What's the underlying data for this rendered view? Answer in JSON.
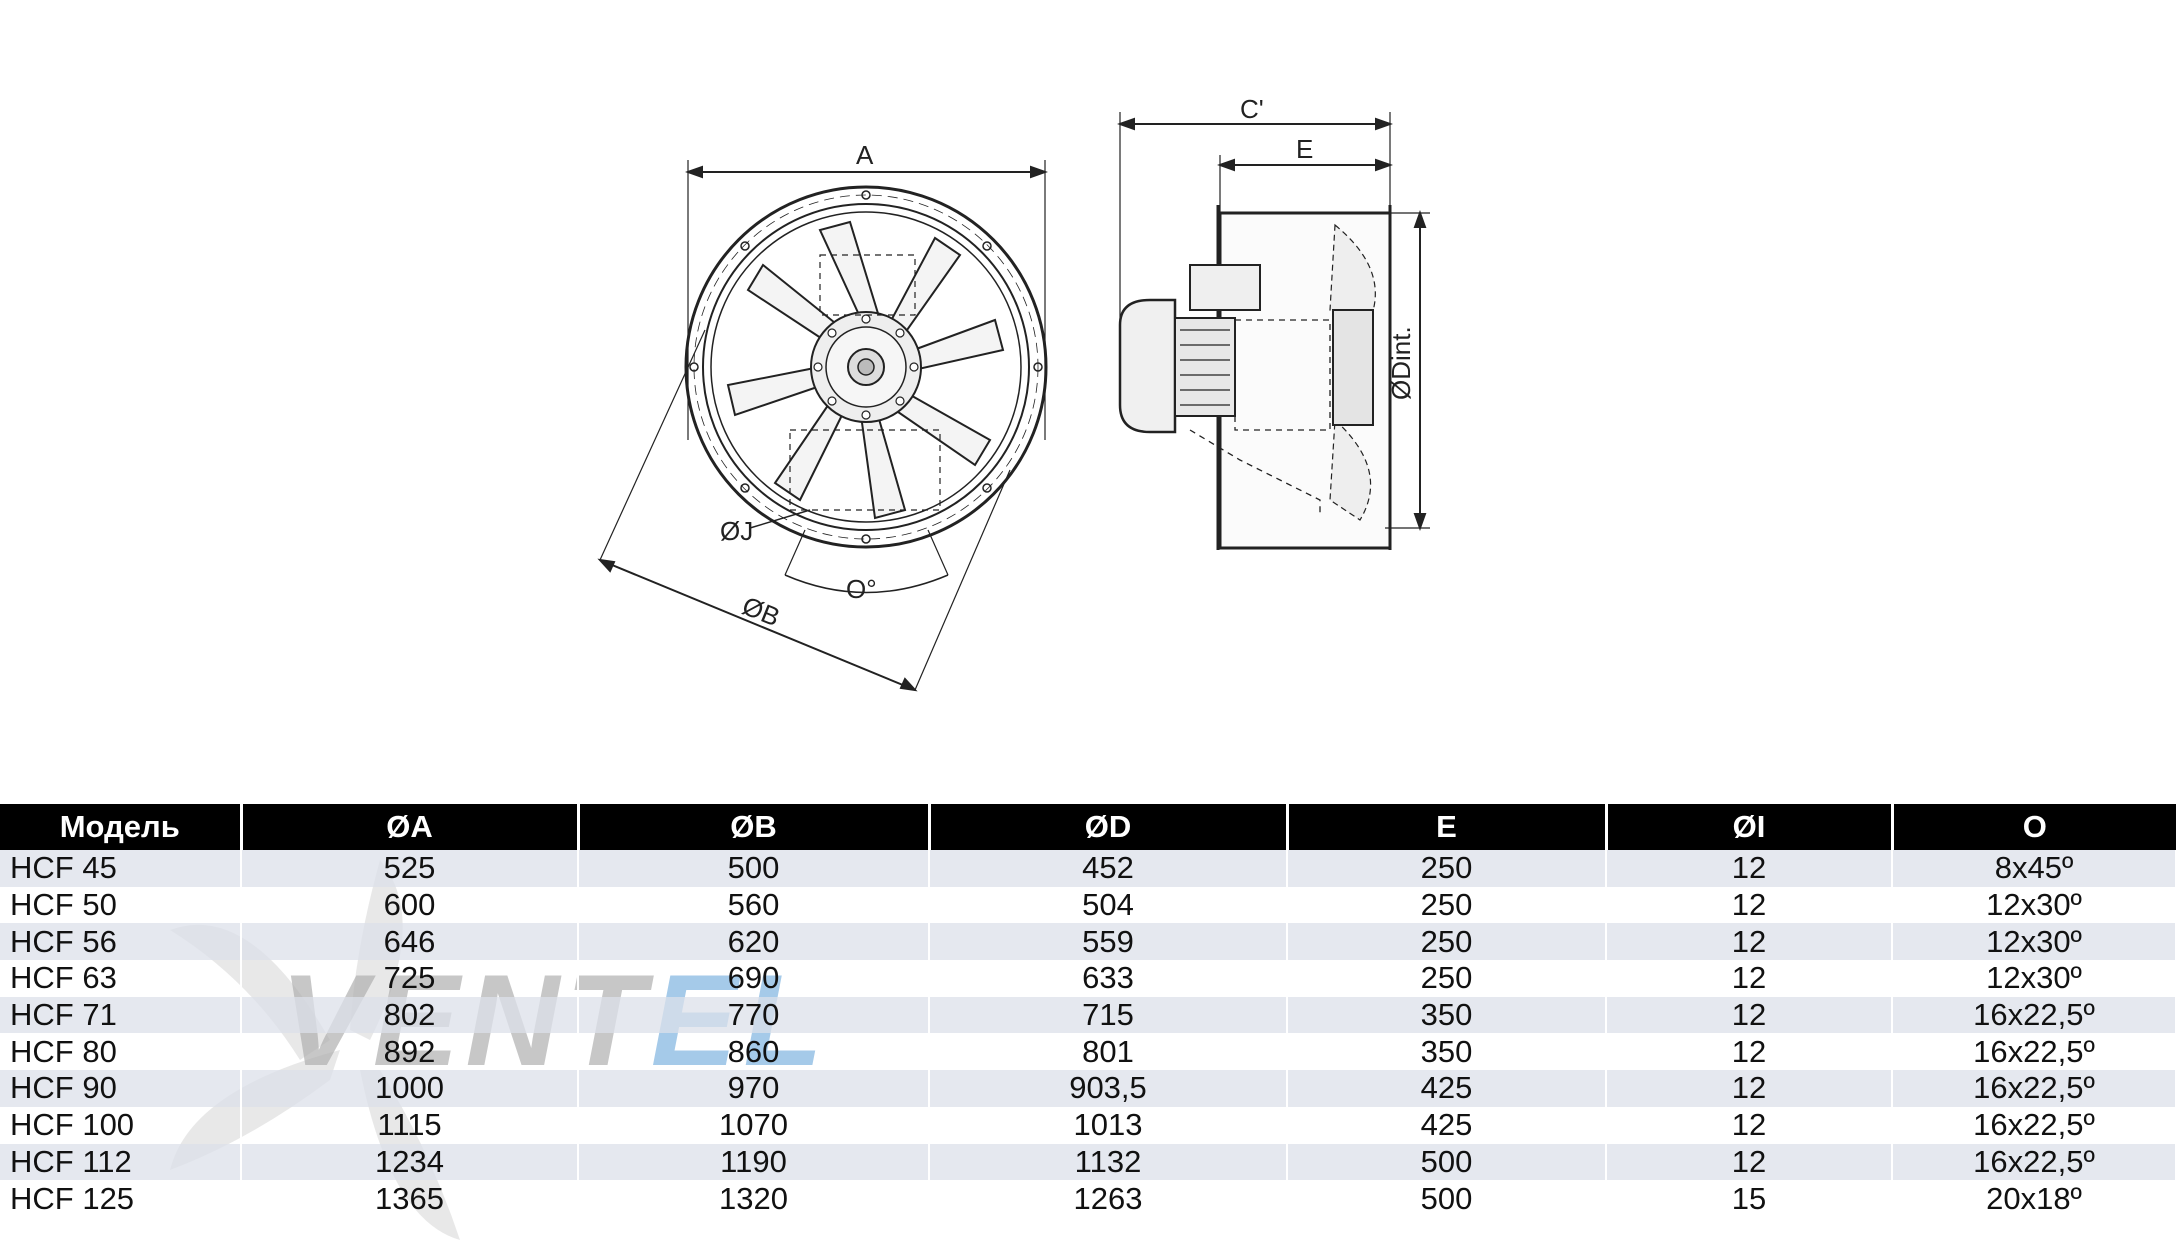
{
  "drawing": {
    "front_view_labels": {
      "a": "A",
      "j": "ØJ",
      "o": "O°",
      "b": "ØB"
    },
    "side_view_labels": {
      "c": "C'",
      "e": "E",
      "dint": "ØDint."
    }
  },
  "watermark": {
    "brand_left": "VENT",
    "brand_right": "EL"
  },
  "table": {
    "headers": [
      "Модель",
      "ØA",
      "ØB",
      "ØD",
      "E",
      "ØI",
      "O"
    ],
    "rows": [
      [
        "HCF 45",
        "525",
        "500",
        "452",
        "250",
        "12",
        "8x45º"
      ],
      [
        "HCF 50",
        "600",
        "560",
        "504",
        "250",
        "12",
        "12x30º"
      ],
      [
        "HCF 56",
        "646",
        "620",
        "559",
        "250",
        "12",
        "12x30º"
      ],
      [
        "HCF 63",
        "725",
        "690",
        "633",
        "250",
        "12",
        "12x30º"
      ],
      [
        "HCF 71",
        "802",
        "770",
        "715",
        "350",
        "12",
        "16x22,5º"
      ],
      [
        "HCF 80",
        "892",
        "860",
        "801",
        "350",
        "12",
        "16x22,5º"
      ],
      [
        "HCF 90",
        "1000",
        "970",
        "903,5",
        "425",
        "12",
        "16x22,5º"
      ],
      [
        "HCF 100",
        "1115",
        "1070",
        "1013",
        "425",
        "12",
        "16x22,5º"
      ],
      [
        "HCF 112",
        "1234",
        "1190",
        "1132",
        "500",
        "12",
        "16x22,5º"
      ],
      [
        "HCF 125",
        "1365",
        "1320",
        "1263",
        "500",
        "15",
        "20x18º"
      ]
    ]
  }
}
